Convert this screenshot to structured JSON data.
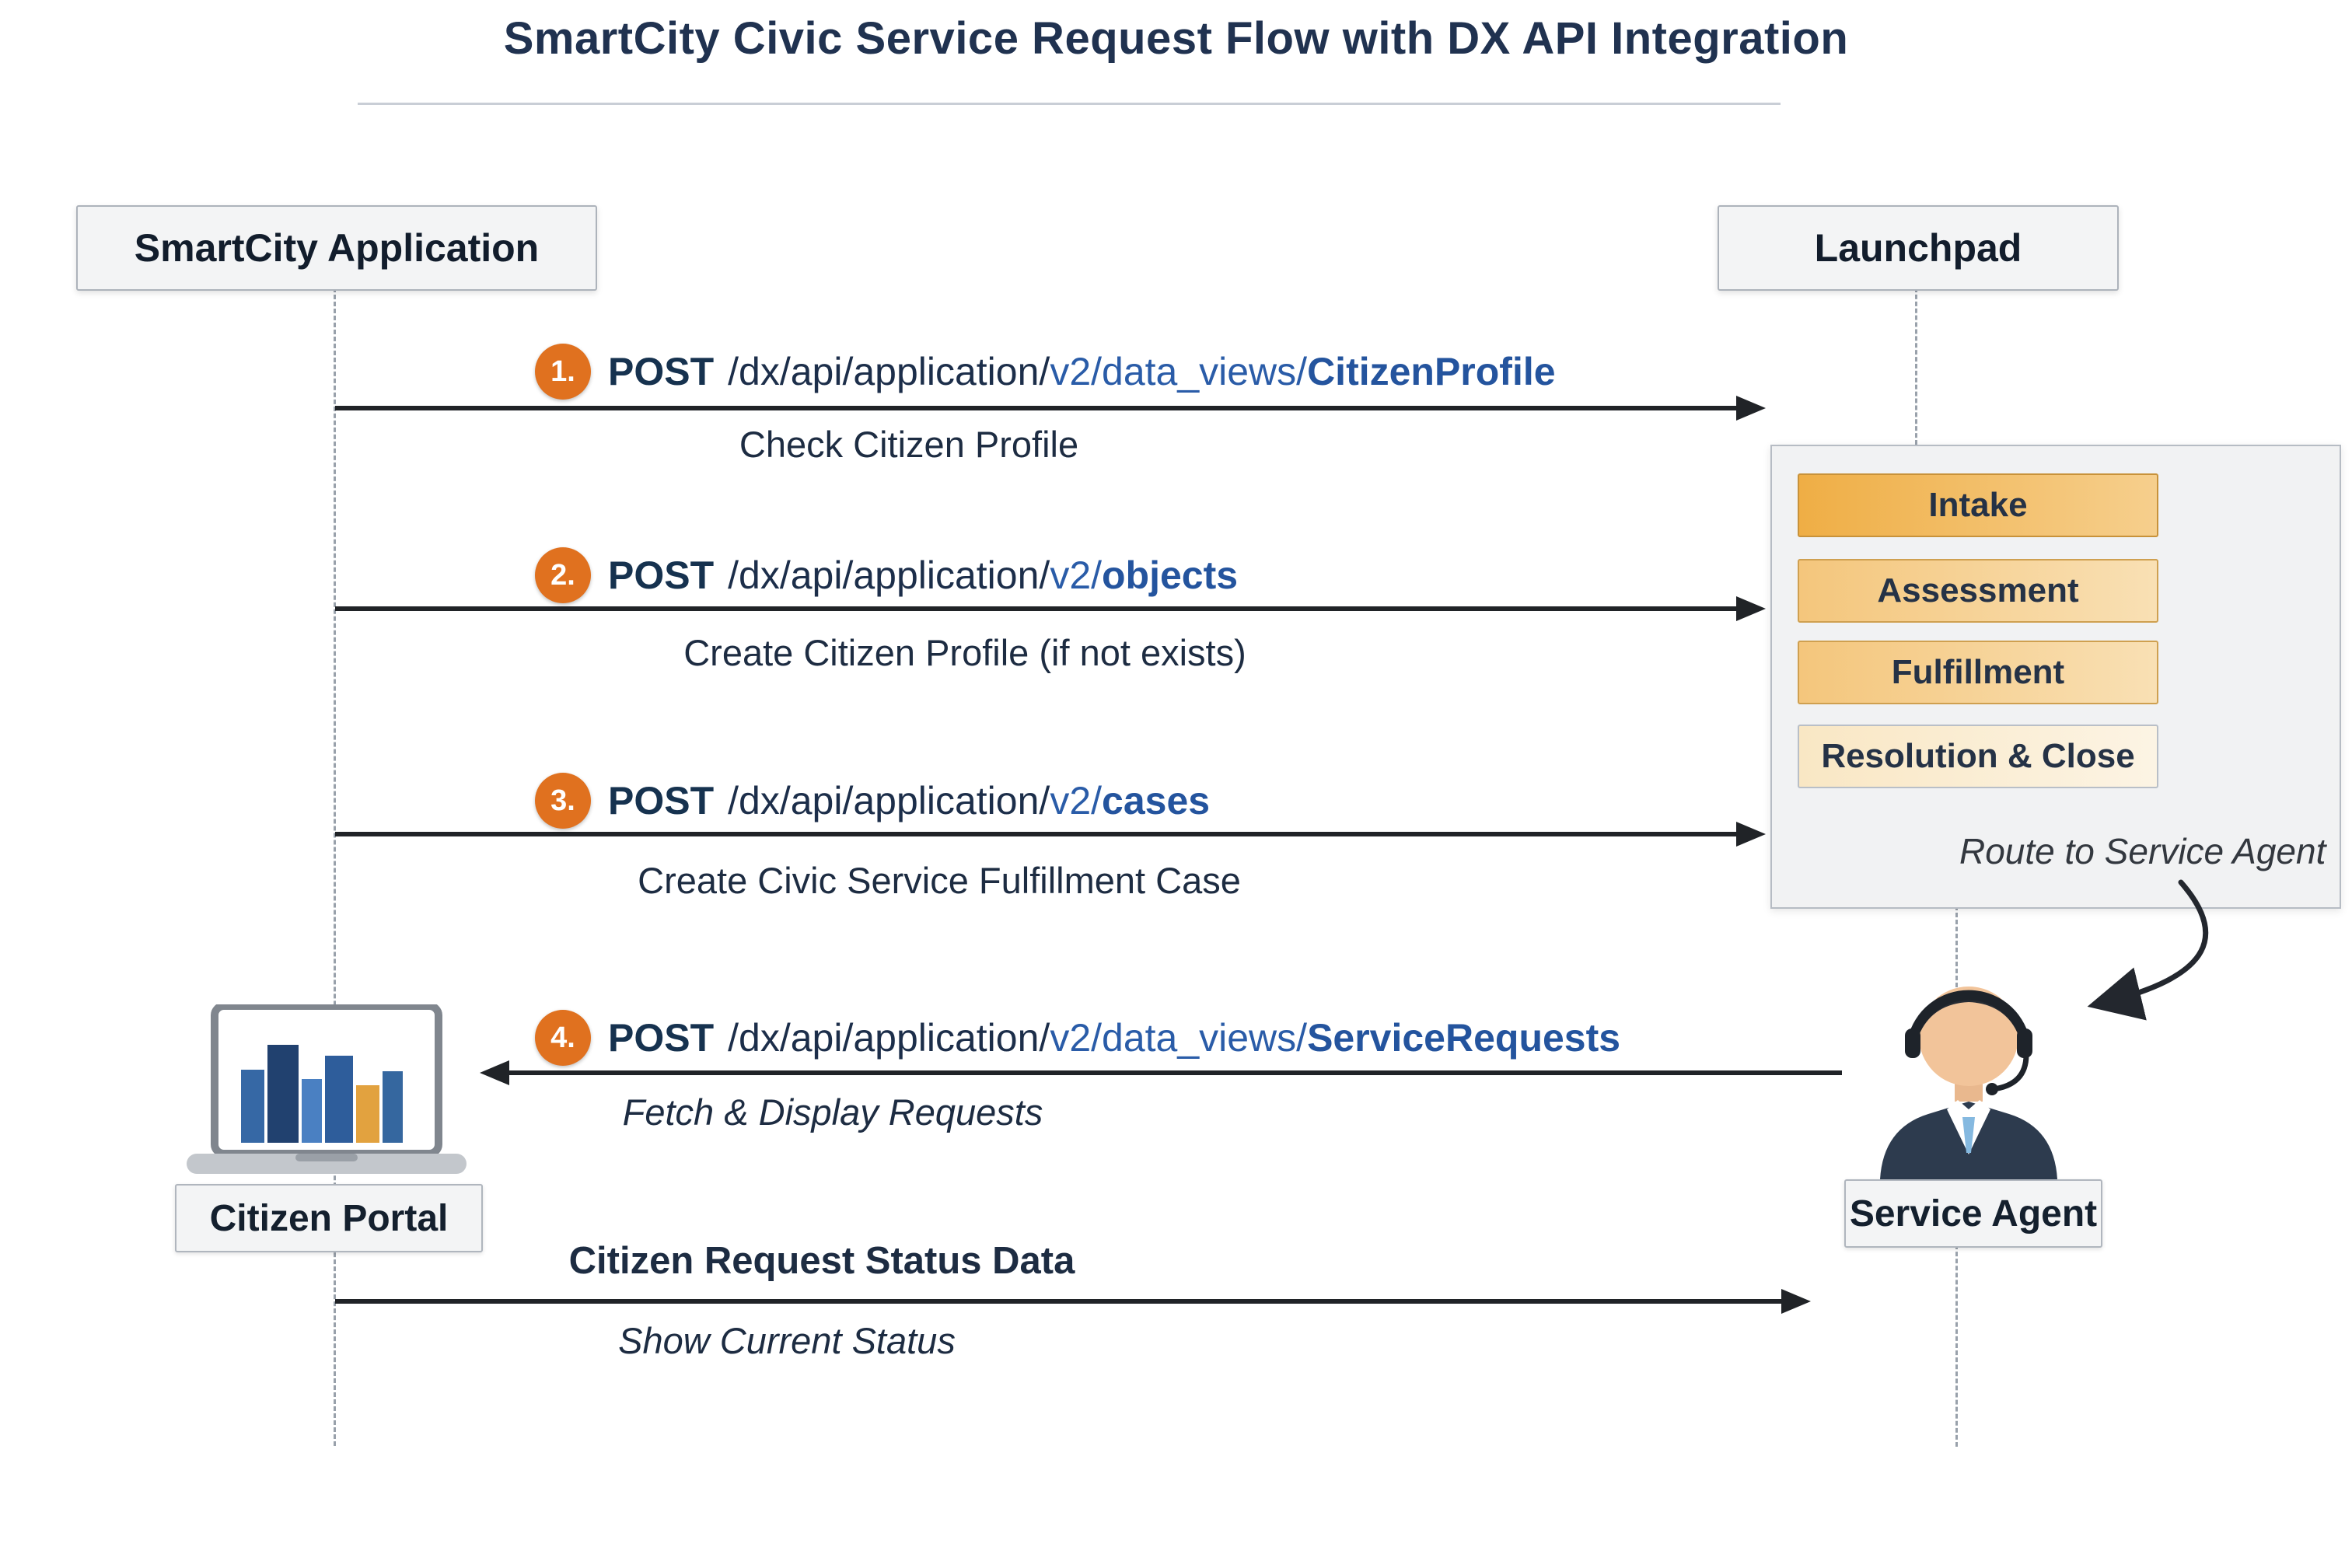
{
  "title": "SmartCity Civic Service Request Flow with DX API Integration",
  "actors": {
    "left": "SmartCity Application",
    "right": "Launchpad"
  },
  "messages": [
    {
      "num": "1.",
      "method": "POST",
      "path_dark": "/dx/api/application/",
      "path_blue": "v2/data_views/",
      "endpoint": "CitizenProfile",
      "caption": "Check Citizen Profile"
    },
    {
      "num": "2.",
      "method": "POST",
      "path_dark": "/dx/api/application/",
      "path_blue": "v2/",
      "endpoint": "objects",
      "caption": "Create Citizen Profile (if not exists)"
    },
    {
      "num": "3.",
      "method": "POST",
      "path_dark": "/dx/api/application/",
      "path_blue": "v2/",
      "endpoint": "cases",
      "caption": "Create Civic Service Fulfillment Case"
    },
    {
      "num": "4.",
      "method": "POST",
      "path_dark": "/dx/api/application/",
      "path_blue": "v2/data_views/",
      "endpoint": "ServiceRequests",
      "caption": "Fetch & Display Requests"
    }
  ],
  "launchpad_stages": [
    "Intake",
    "Assessment",
    "Fulfillment",
    "Resolution & Close"
  ],
  "route_note": "Route to Service Agent",
  "labels": {
    "citizen_portal": "Citizen Portal",
    "service_agent": "Service Agent"
  },
  "bottom_flow": {
    "label": "Citizen Request Status Data",
    "caption": "Show Current Status"
  },
  "colors": {
    "badge_orange": "#e0711f",
    "link_blue": "#2a5ca8",
    "dark_navy": "#1c2e4a",
    "stage_orange": "#efae45",
    "panel_gray": "#f1f2f3",
    "arrow_black": "#202327"
  }
}
